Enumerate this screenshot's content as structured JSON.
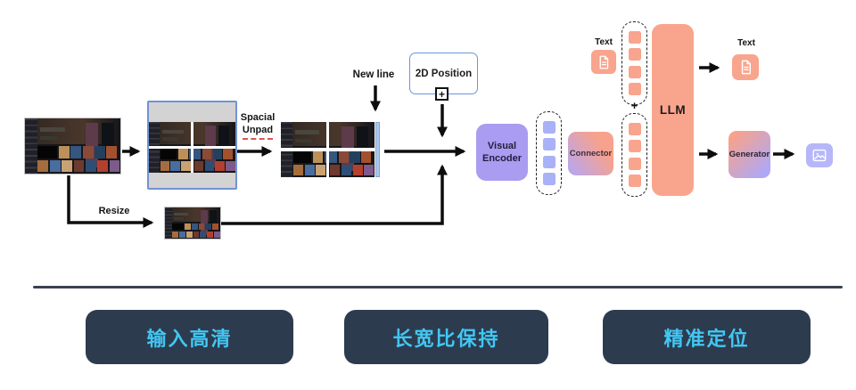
{
  "diagram": {
    "labels": {
      "spacial": "Spacial",
      "unpad": "Unpad",
      "new_line": "New line",
      "position_2d": "2D Position",
      "plus_position": "+",
      "visual_l1": "Visual",
      "visual_l2": "Encoder",
      "connector": "Connector",
      "text_input": "Text",
      "plus_tokens": "+",
      "llm": "LLM",
      "text_output": "Text",
      "generator": "Generator",
      "resize": "Resize"
    },
    "tokens": {
      "visual_count": 4,
      "text_prompt_count": 4,
      "visual_in_count": 4
    },
    "icons": {
      "text_input": "document-icon",
      "text_output": "document-icon",
      "image_output": "image-icon",
      "position_add": "plus-box-icon"
    },
    "colors": {
      "salmon": "#F9A58E",
      "purple": "#A99CF1",
      "token_purple": "#A9B1F7",
      "icon_purple": "#B6B6FA",
      "blue_border": "#6B96DD",
      "pad_gray": "#D3D3D3",
      "newline_strip": "#ABC8EC",
      "navy": "#2D3B4F",
      "cyan": "#41C7F2",
      "divider": "#39424F",
      "wire": "#0D0D0D",
      "underline_red": "#E2554B"
    }
  },
  "footer": {
    "items": [
      {
        "label": "输入高清"
      },
      {
        "label": "长宽比保持"
      },
      {
        "label": "精准定位"
      }
    ]
  }
}
